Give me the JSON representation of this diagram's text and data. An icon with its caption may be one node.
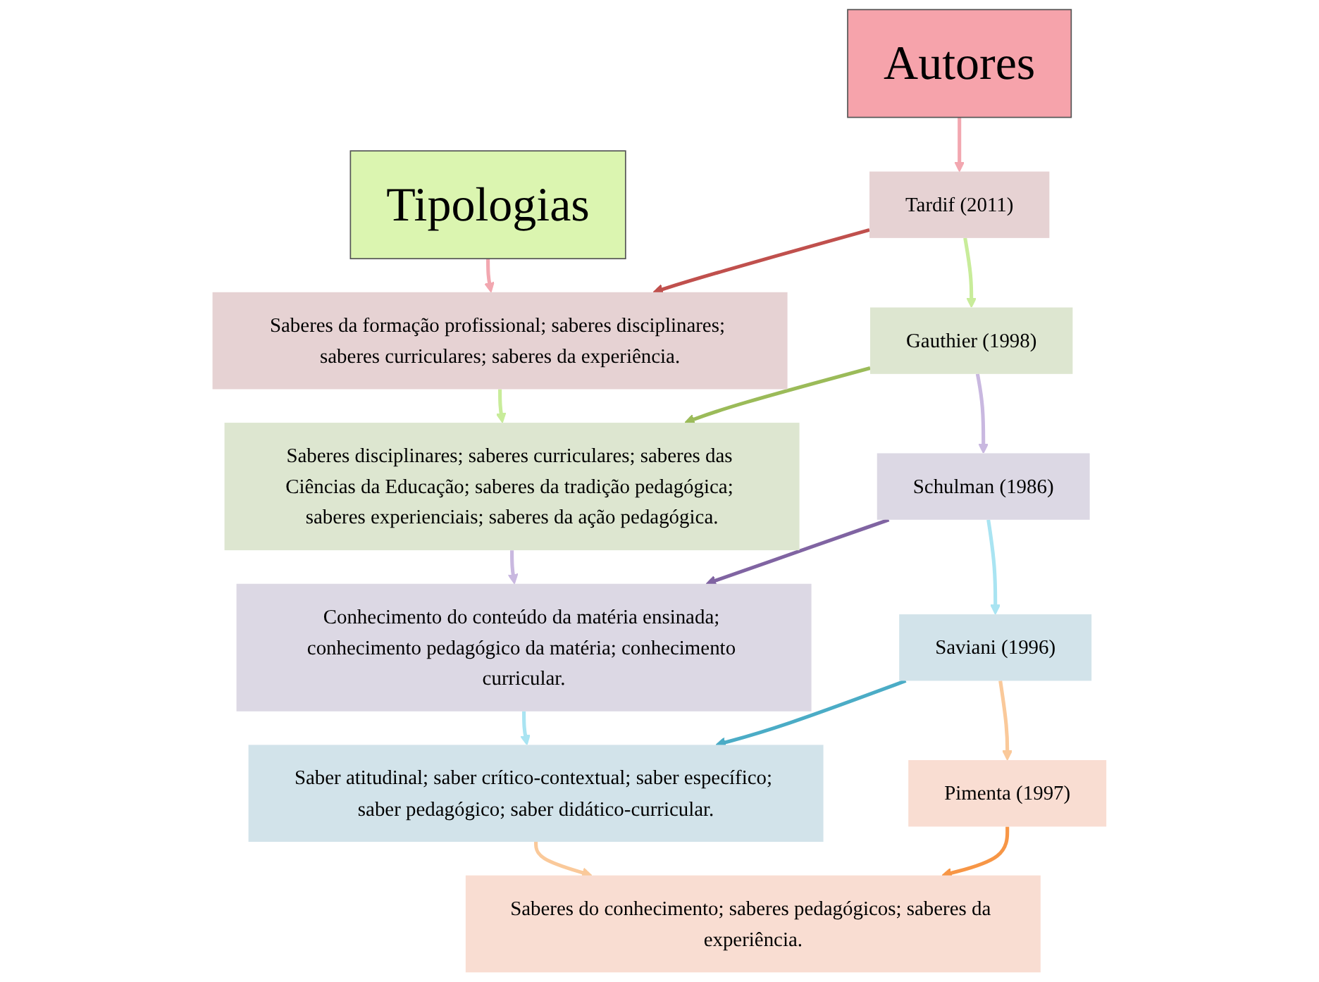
{
  "diagram": {
    "nodes": [
      {
        "text": [
          "Autores"
        ]
      },
      {
        "text": [
          "Tardif (2011)"
        ]
      },
      {
        "text": [
          "Gauthier (1998)"
        ]
      },
      {
        "text": [
          "Schulman (1986)"
        ]
      },
      {
        "text": [
          "Saviani (1996)"
        ]
      },
      {
        "text": [
          "Pimenta (1997)"
        ]
      },
      {
        "text": [
          "Tipologias"
        ]
      },
      {
        "text": [
          "Saberes da formação profissional; saberes disciplinares; saberes curriculares; saberes da experiência."
        ]
      },
      {
        "text": [
          "Saberes disciplinares; saberes curriculares; saberes das Ciências da Educação; saberes da tradição pedagógica; saberes experienciais; saberes da ação pedagógica."
        ]
      },
      {
        "text": [
          "Conhecimento do conteúdo da matéria ensinada; conhecimento pedagógico da matéria; conhecimento curricular."
        ]
      },
      {
        "text": [
          "Saber atitudinal; saber crítico-contextual; saber específico; saber pedagógico; saber didático-curricular."
        ]
      },
      {
        "text": [
          "Saberes do conhecimento; saberes pedagógicos; saberes da experiência."
        ]
      }
    ],
    "edges": [
      {
        "from": 0,
        "to": 1,
        "arrow": "to",
        "color": "#f2a7b0"
      },
      {
        "from": 1,
        "to": 2,
        "arrow": "to",
        "color": "#c8ec9a"
      },
      {
        "from": 2,
        "to": 3,
        "arrow": "to",
        "color": "#c9b8e0"
      },
      {
        "from": 3,
        "to": 4,
        "arrow": "to",
        "color": "#a9e4f2"
      },
      {
        "from": 4,
        "to": 5,
        "arrow": "to",
        "color": "#fac99a"
      },
      {
        "from": 6,
        "to": 7,
        "arrow": "to",
        "color": "#f2a7b0"
      },
      {
        "from": 7,
        "to": 8,
        "arrow": "to",
        "color": "#c8ec9a"
      },
      {
        "from": 8,
        "to": 9,
        "arrow": "to",
        "color": "#c9b8e0"
      },
      {
        "from": 9,
        "to": 10,
        "arrow": "to",
        "color": "#a9e4f2"
      },
      {
        "from": 10,
        "to": 11,
        "arrow": "to",
        "color": "#fac99a"
      },
      {
        "from": 1,
        "to": 7,
        "arrow": "to",
        "color": "#c0504d"
      },
      {
        "from": 2,
        "to": 8,
        "arrow": "to",
        "color": "#9bbb59"
      },
      {
        "from": 3,
        "to": 9,
        "arrow": "to",
        "color": "#8064a2"
      },
      {
        "from": 4,
        "to": 10,
        "arrow": "to",
        "color": "#4bacc6"
      },
      {
        "from": 5,
        "to": 11,
        "arrow": "to",
        "color": "#f79646"
      }
    ]
  }
}
